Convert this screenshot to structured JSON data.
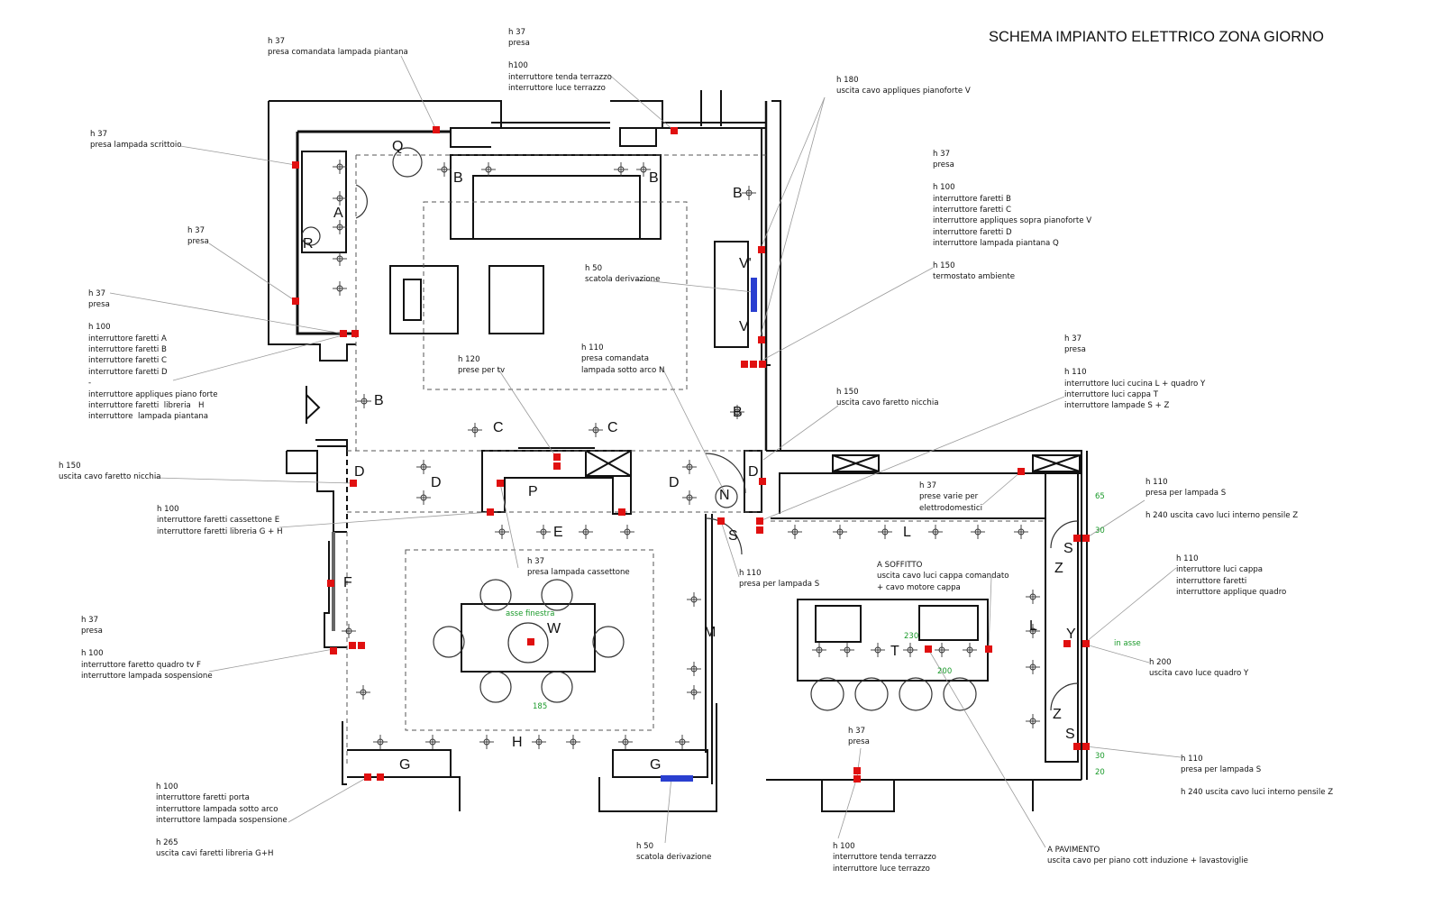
{
  "title": "SCHEMA IMPIANTO ELETTRICO ZONA GIORNO",
  "colors": {
    "socket": "#e01010",
    "junction_box": "#2a3fd0",
    "dimension": "#1a9a2a",
    "leader": "#999999"
  },
  "annotations": [
    [
      "h 37",
      "presa comandata lampada piantana"
    ],
    [
      "h 37",
      "presa",
      "",
      "h100",
      "interruttore tenda terrazzo",
      "interruttore luce terrazzo"
    ],
    [
      "h 37",
      "presa lampada scrittoio"
    ],
    [
      "h 37",
      "presa"
    ],
    [
      "h 37",
      "presa",
      "",
      "h 100",
      "interruttore faretti A",
      "interruttore faretti B",
      "interruttore faretti C",
      "interruttore faretti D",
      "-",
      "interruttore appliques piano forte",
      "interruttore faretti  libreria   H",
      "interruttore  lampada piantana"
    ],
    [
      "h 180",
      "uscita cavo appliques pianoforte V"
    ],
    [
      "h 37",
      "presa",
      "",
      "h 100",
      "interruttore faretti B",
      "interruttore faretti C",
      "interruttore appliques sopra pianoforte V",
      "interruttore faretti D",
      "interruttore lampada piantana Q",
      "",
      "h 150",
      "termostato ambiente"
    ],
    [
      "h 50",
      "scatola derivazione"
    ],
    [
      "h 120",
      "prese per tv"
    ],
    [
      "h 110",
      "presa comandata",
      "lampada sotto arco N"
    ],
    [
      "h 37",
      "presa",
      "",
      "h 110",
      "interruttore luci cucina L + quadro Y",
      "interruttore luci cappa T",
      "interruttore lampade S + Z"
    ],
    [
      "h 150",
      "uscita cavo faretto nicchia"
    ],
    [
      "h 150",
      "uscita cavo faretto nicchia"
    ],
    [
      "h 100",
      "interruttore faretti cassettone E",
      "interruttore faretti libreria G + H"
    ],
    [
      "h 37",
      "prese varie per",
      "elettrodomestici"
    ],
    [
      "h 110",
      "presa per lampada S",
      "",
      "h 240 uscita cavo luci interno pensile Z"
    ],
    [
      "h 37",
      "presa lampada cassettone"
    ],
    [
      "A SOFFITTO",
      "uscita cavo luci cappa comandato",
      "+ cavo motore cappa"
    ],
    [
      "h 110",
      "presa per lampada S"
    ],
    [
      "h 110",
      "interruttore luci cappa",
      "interruttore faretti",
      "interruttore applique quadro"
    ],
    [
      "h 37",
      "presa",
      "",
      "h 100",
      "interruttore faretto quadro tv F",
      "interruttore lampada sospensione"
    ],
    [
      "h 200",
      "uscita cavo luce quadro Y"
    ],
    [
      "h 37",
      "presa"
    ],
    [
      "h 110",
      "presa per lampada S",
      "",
      "h 240 uscita cavo luci interno pensile Z"
    ],
    [
      "h 100",
      "interruttore faretti porta",
      "interruttore lampada sotto arco",
      "interruttore lampada sospensione",
      "",
      "h 265",
      "uscita cavi faretti libreria G+H"
    ],
    [
      "h 50",
      "scatola derivazione"
    ],
    [
      "h 100",
      "interruttore tenda terrazzo",
      "interruttore luce terrazzo"
    ],
    [
      "A PAVIMENTO",
      "uscita cavo per piano cott induzione + lavastoviglie"
    ]
  ],
  "dimensions": [
    "asse finestra",
    "185",
    "230",
    "200",
    "65",
    "30",
    "30",
    "20",
    "in asse"
  ],
  "letters": [
    "Q",
    "A",
    "R",
    "B",
    "B",
    "B",
    "B",
    "B",
    "V'",
    "V",
    "C",
    "C",
    "D",
    "D",
    "D",
    "D",
    "P",
    "N",
    "E",
    "S",
    "L",
    "S",
    "Z",
    "L",
    "Y",
    "Z",
    "S",
    "T",
    "F",
    "W",
    "M",
    "H",
    "G",
    "G"
  ]
}
